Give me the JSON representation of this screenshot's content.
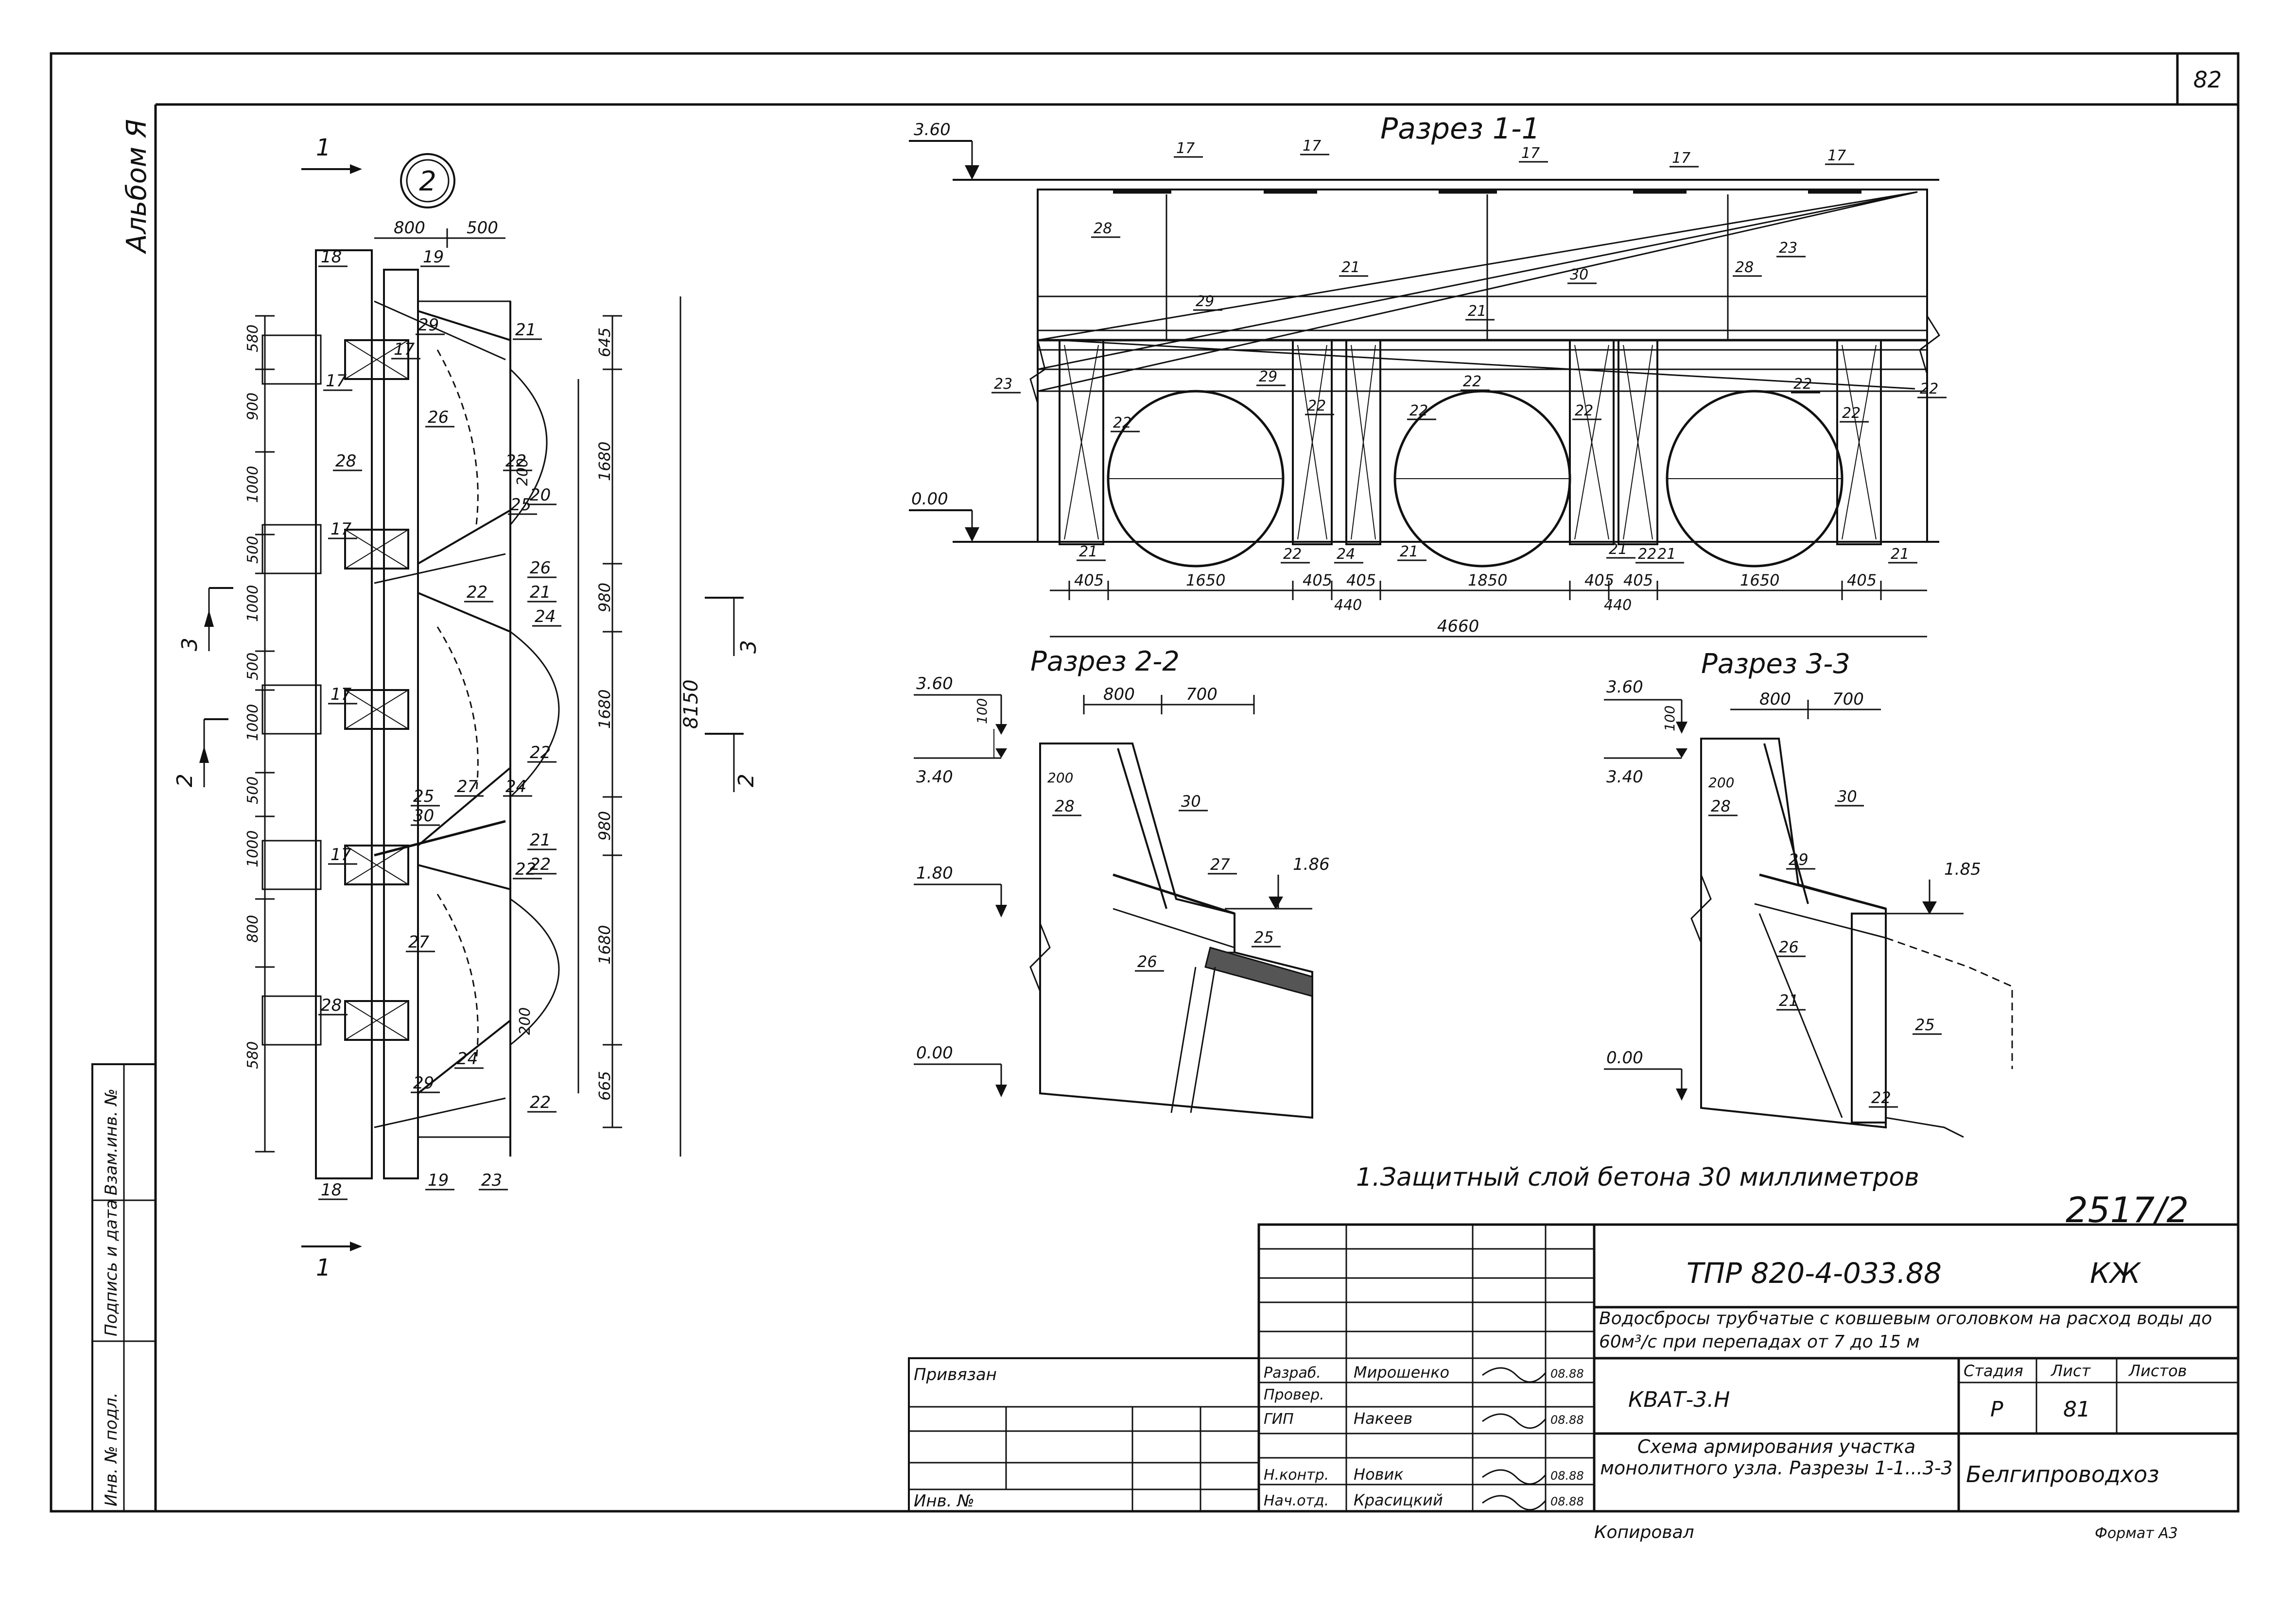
{
  "sheet": {
    "page_number": "82",
    "album_label": "Альбом Я",
    "drawing_mark": "2517/2"
  },
  "plan": {
    "callout_number": "2",
    "section_mark": "1",
    "top_dims": [
      "800",
      "500"
    ],
    "left_dims": [
      "580",
      "900",
      "1000",
      "500",
      "1000",
      "500",
      "1000",
      "500",
      "1000",
      "800",
      "580"
    ],
    "right_dims": [
      "645",
      "1680",
      "980",
      "1680",
      "980",
      "1680",
      "665"
    ],
    "total_dim": "8150",
    "mid_dims": [
      "200",
      "200"
    ],
    "section_marks_side": [
      "3",
      "2"
    ],
    "labels": [
      "18",
      "19",
      "17",
      "28",
      "17",
      "17",
      "17",
      "28",
      "17",
      "29",
      "21",
      "26",
      "22",
      "20",
      "24",
      "25",
      "26",
      "22",
      "21",
      "22",
      "25",
      "30",
      "27",
      "24",
      "21",
      "22",
      "22",
      "27",
      "29",
      "24",
      "22",
      "23",
      "18",
      "19"
    ]
  },
  "section11": {
    "title": "Разрез 1-1",
    "levels": [
      "3.60",
      "0.00"
    ],
    "dims_bottom": [
      "405",
      "1650",
      "405",
      "405",
      "1850",
      "405",
      "405",
      "1650",
      "405"
    ],
    "dims_sub": [
      "440",
      "440"
    ],
    "total": "4660",
    "labels": [
      "17",
      "17",
      "17",
      "17",
      "17",
      "28",
      "21",
      "30",
      "28",
      "29",
      "23",
      "21",
      "29",
      "23",
      "22",
      "22",
      "22",
      "22",
      "22",
      "22",
      "22",
      "22",
      "21",
      "24",
      "21",
      "21",
      "21",
      "21",
      "22",
      "22"
    ]
  },
  "section22": {
    "title": "Разрез 2-2",
    "levels": [
      "3.60",
      "3.40",
      "1.80",
      "0.00"
    ],
    "top_dims": [
      "800",
      "700"
    ],
    "side_dims": [
      "100",
      "200"
    ],
    "right_level": "1.86",
    "labels": [
      "28",
      "30",
      "27",
      "25",
      "26"
    ]
  },
  "section33": {
    "title": "Разрез 3-3",
    "levels": [
      "3.60",
      "3.40",
      "0.00"
    ],
    "top_dims": [
      "800",
      "700"
    ],
    "side_dims": [
      "100",
      "200"
    ],
    "right_level": "1.85",
    "labels": [
      "28",
      "30",
      "29",
      "26",
      "21",
      "25",
      "22"
    ]
  },
  "note": "1.Защитный слой бетона 30 миллиметров",
  "left_stamp": [
    "Инв. № подл.",
    "Подпись и дата",
    "Взам.инв. №"
  ],
  "title_block": {
    "project_code": "ТПР 820-4-033.88",
    "mark": "КЖ",
    "description": "Водосбросы трубчатые с ковшевым оголовком на расход воды до 60м³/с при перепадах от 7 до 15 м",
    "album": "КВАТ-3.Н",
    "stage_header": "Стадия",
    "sheet_header": "Лист",
    "sheets_header": "Листов",
    "stage": "Р",
    "sheet": "81",
    "sheet_title": "Схема армирования участка монолитного узла. Разрезы 1-1...3-3",
    "organization": "Белгипроводхоз",
    "bound_label": "Привязан",
    "inv_label": "Инв. №",
    "roles": [
      {
        "role": "Разраб.",
        "name": "Мирошенко",
        "date": "08.88"
      },
      {
        "role": "Провер.",
        "name": "",
        "date": ""
      },
      {
        "role": "ГИП",
        "name": "Накеев",
        "date": "08.88"
      },
      {
        "role": "",
        "name": "",
        "date": ""
      },
      {
        "role": "Н.контр.",
        "name": "Новик",
        "date": "08.88"
      },
      {
        "role": "Нач.отд.",
        "name": "Красицкий",
        "date": "08.88"
      }
    ],
    "copied": "Копировал",
    "format": "Формат А3"
  }
}
